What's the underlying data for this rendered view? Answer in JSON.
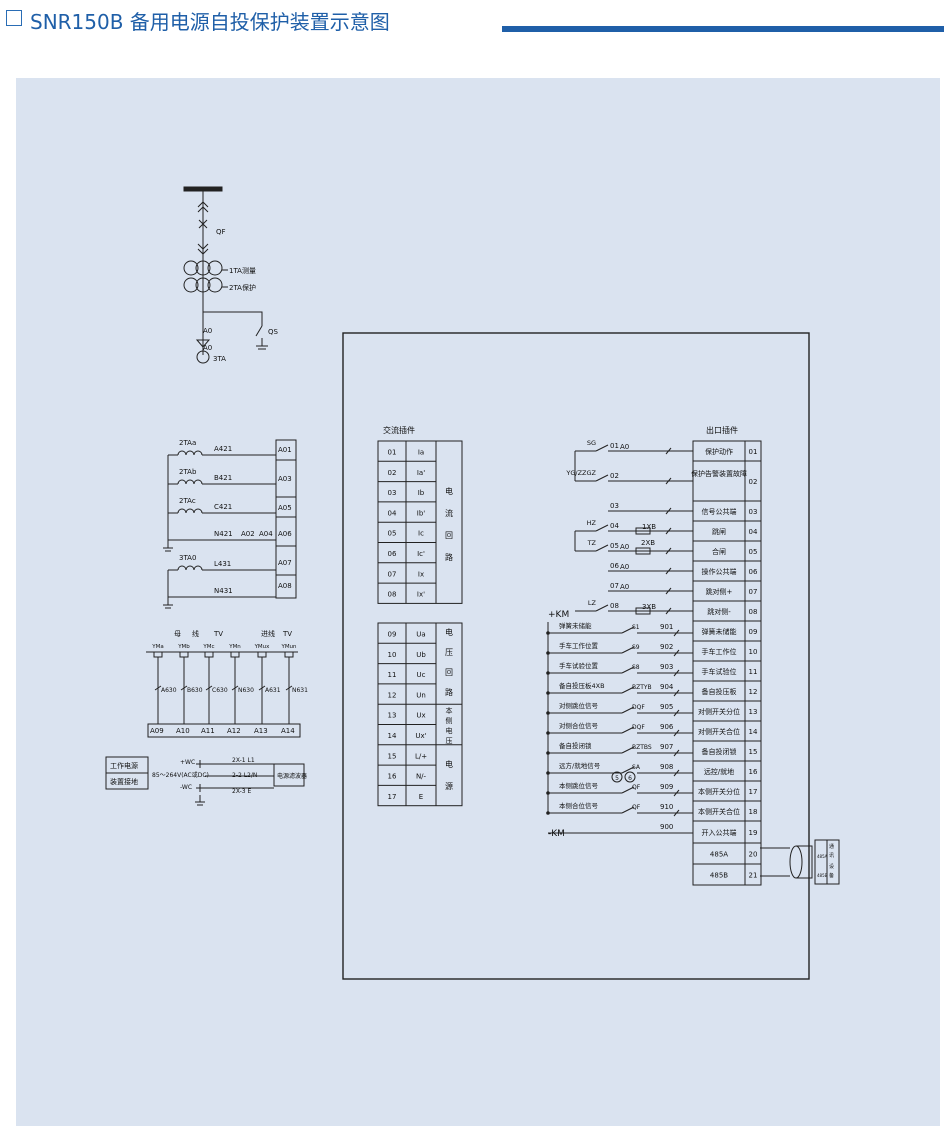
{
  "header": {
    "title": "SNR150B 备用电源自投保护装置示意图"
  },
  "sld": {
    "qf": "QF",
    "ta1": "1TA测量",
    "ta2": "2TA保护",
    "a0a": "A0",
    "a0b": "A0",
    "ta3": "3TA",
    "qs": "QS"
  },
  "ac_current": {
    "rows": [
      {
        "ta": "2TAa",
        "wire": "A421",
        "term": "A01"
      },
      {
        "ta": "",
        "wire": "",
        "term": "A03"
      },
      {
        "ta": "2TAb",
        "wire": "B421",
        "term": ""
      },
      {
        "ta": "",
        "wire": "",
        "term": "A05"
      },
      {
        "ta": "2TAc",
        "wire": "C421",
        "term": ""
      },
      {
        "ta": "",
        "wire": "N421",
        "term": "A06"
      },
      {
        "ta": "3TA0",
        "wire": "L431",
        "term": "A07"
      },
      {
        "ta": "",
        "wire": "N431",
        "term": "A08"
      }
    ],
    "n_a02": "A02",
    "n_a04": "A04"
  },
  "voltage": {
    "grp1": "母",
    "grp1b": "线",
    "tv1": "TV",
    "grp2": "进线",
    "tv2": "TV",
    "ym": [
      "YMa",
      "YMb",
      "YMc",
      "YMn",
      "YMux",
      "YMun"
    ],
    "wires": [
      "A630",
      "B630",
      "C630",
      "N630",
      "A631",
      "N631"
    ],
    "terms": [
      "A09",
      "A10",
      "A11",
      "A12",
      "A13",
      "A14"
    ]
  },
  "power": {
    "label1": "工作电源",
    "label2": "装置接地",
    "wc1": "+WC",
    "wc2": "-WC",
    "range": "85～264V(AC或DC)",
    "t1": "2X-1  L1",
    "t2": "2-2  L2/N",
    "t3": "2X-3  E",
    "filter": "电源滤波器"
  },
  "ac_plugin": {
    "title": "交流插件",
    "rows": [
      {
        "n": "01",
        "s": "Ia"
      },
      {
        "n": "02",
        "s": "Ia'"
      },
      {
        "n": "03",
        "s": "Ib"
      },
      {
        "n": "04",
        "s": "Ib'"
      },
      {
        "n": "05",
        "s": "Ic"
      },
      {
        "n": "06",
        "s": "Ic'"
      },
      {
        "n": "07",
        "s": "Ix"
      },
      {
        "n": "08",
        "s": "Ix'"
      },
      {
        "n": "09",
        "s": "Ua"
      },
      {
        "n": "10",
        "s": "Ub"
      },
      {
        "n": "11",
        "s": "Uc"
      },
      {
        "n": "12",
        "s": "Un"
      },
      {
        "n": "13",
        "s": "Ux"
      },
      {
        "n": "14",
        "s": "Ux'"
      },
      {
        "n": "15",
        "s": "L/+"
      },
      {
        "n": "16",
        "s": "N/-"
      },
      {
        "n": "17",
        "s": "E"
      }
    ],
    "grp_current": [
      "电",
      "流",
      "回",
      "路"
    ],
    "grp_voltage": [
      "电",
      "压",
      "回",
      "路"
    ],
    "grp_side": [
      "本",
      "侧",
      "电",
      "压"
    ],
    "grp_power": [
      "电",
      "源"
    ]
  },
  "out_plugin": {
    "title": "出口插件",
    "rows": [
      {
        "n": "01",
        "s": "保护动作"
      },
      {
        "n": "02",
        "s": "保护告警装置故障"
      },
      {
        "n": "03",
        "s": "信号公共端"
      },
      {
        "n": "04",
        "s": "跳闸"
      },
      {
        "n": "05",
        "s": "合闸"
      },
      {
        "n": "06",
        "s": "操作公共端"
      },
      {
        "n": "07",
        "s": "跳对侧+"
      },
      {
        "n": "08",
        "s": "跳对侧-"
      },
      {
        "n": "09",
        "s": "弹簧未储能"
      },
      {
        "n": "10",
        "s": "手车工作位"
      },
      {
        "n": "11",
        "s": "手车试验位"
      },
      {
        "n": "12",
        "s": "备自投压板"
      },
      {
        "n": "13",
        "s": "对侧开关分位"
      },
      {
        "n": "14",
        "s": "对侧开关合位"
      },
      {
        "n": "15",
        "s": "备自投闭锁"
      },
      {
        "n": "16",
        "s": "远控/就地"
      },
      {
        "n": "17",
        "s": "本侧开关分位"
      },
      {
        "n": "18",
        "s": "本侧开关合位"
      },
      {
        "n": "19",
        "s": "开入公共端"
      },
      {
        "n": "20",
        "s": "485A"
      },
      {
        "n": "21",
        "s": "485B"
      }
    ],
    "out_contacts": [
      {
        "c": "SG",
        "n": "01",
        "w": "A0"
      },
      {
        "c": "YG/ZZGZ",
        "n": "02",
        "w": ""
      },
      {
        "c": "",
        "n": "03",
        "w": ""
      },
      {
        "c": "HZ",
        "n": "04",
        "w": "1XB"
      },
      {
        "c": "TZ",
        "n": "05",
        "w": "A0"
      },
      {
        "c": "",
        "n": "06",
        "w": "A0"
      },
      {
        "c": "",
        "n": "07",
        "w": "A0"
      },
      {
        "c": "LZ",
        "n": "08",
        "w": "3XB"
      }
    ],
    "xb2": "2XB",
    "km_plus": "+KM",
    "km_minus": "-KM",
    "inputs": [
      {
        "l": "弹簧未储能",
        "c": "S1",
        "w": "901"
      },
      {
        "l": "手车工作位置",
        "c": "S9",
        "w": "902"
      },
      {
        "l": "手车试验位置",
        "c": "S8",
        "w": "903"
      },
      {
        "l": "备自投压板4XB",
        "c": "BZTYB",
        "w": "904"
      },
      {
        "l": "对侧跳位信号",
        "c": "DQF",
        "w": "905"
      },
      {
        "l": "对侧合位信号",
        "c": "DQF",
        "w": "906"
      },
      {
        "l": "备自投闭锁",
        "c": "BZTBS",
        "w": "907"
      },
      {
        "l": "远方/就地信号",
        "c": "SA",
        "w": "908"
      },
      {
        "l": "本侧跳位信号",
        "c": "QF",
        "w": "909"
      },
      {
        "l": "本侧合位信号",
        "c": "QF",
        "w": "910"
      }
    ],
    "w900": "900",
    "sa5": "5",
    "sa6": "6",
    "comm": [
      "通",
      "讯",
      "设",
      "备"
    ],
    "comm_a": "485A",
    "comm_b": "485B"
  }
}
